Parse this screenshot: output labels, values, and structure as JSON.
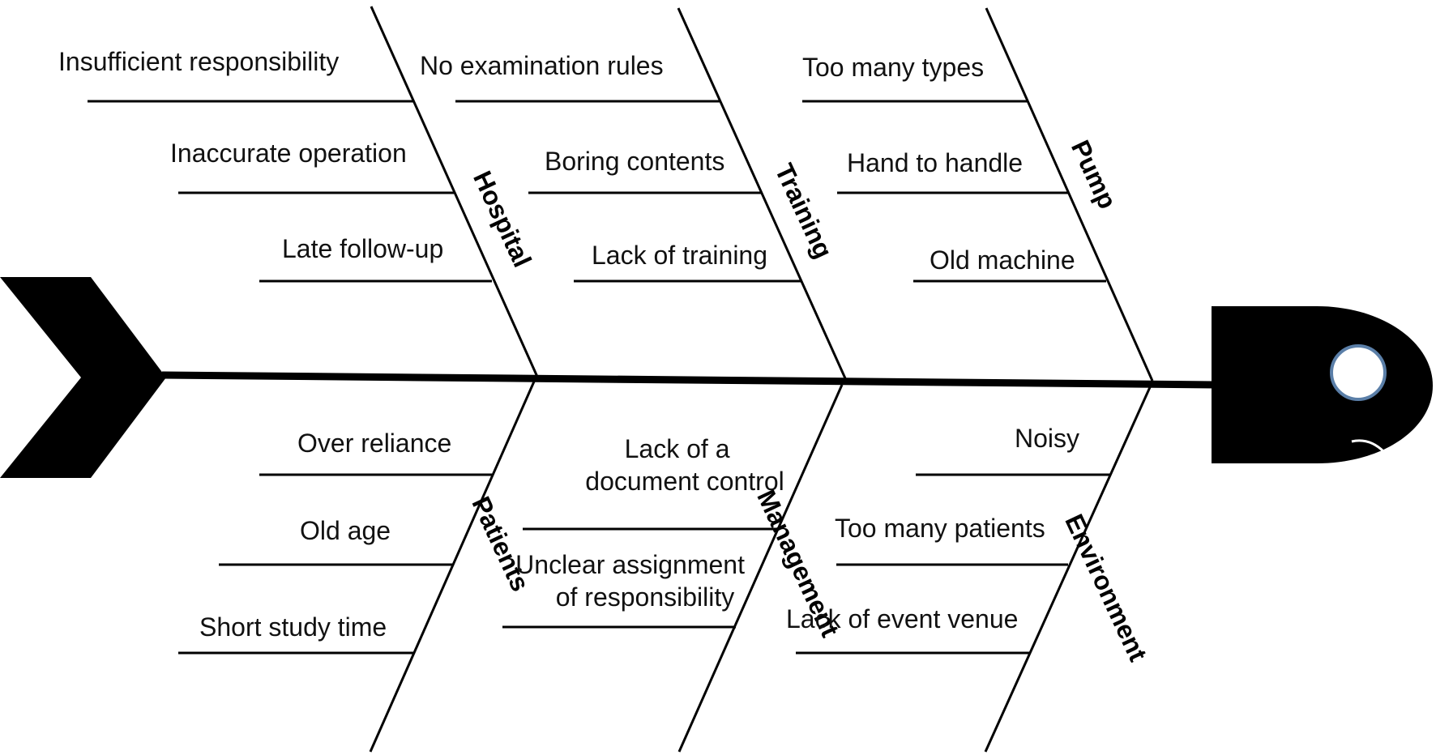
{
  "colors": {
    "ink": "#000000",
    "background": "#ffffff",
    "eye_ring": "#5b7fa8"
  },
  "categories": {
    "hospital": {
      "label": "Hospital",
      "causes": [
        "Insufficient responsibility",
        "Inaccurate operation",
        "Late follow-up"
      ]
    },
    "training": {
      "label": "Training",
      "causes": [
        "No examination rules",
        "Boring contents",
        "Lack of training"
      ]
    },
    "pump": {
      "label": "Pump",
      "causes": [
        "Too many types",
        "Hand to handle",
        "Old machine"
      ]
    },
    "patients": {
      "label": "Patients",
      "causes": [
        "Over reliance",
        "Old age",
        "Short study time"
      ]
    },
    "management": {
      "label": "Management",
      "causes": [
        [
          "Lack of a",
          "document control"
        ],
        [
          "Unclear assignment",
          "of responsibility"
        ]
      ]
    },
    "environment": {
      "label": "Environment",
      "causes": [
        "Noisy",
        "Too many patients",
        "Lack of event venue"
      ]
    }
  },
  "icons": [
    "fish-tail-icon",
    "fish-head-icon",
    "fish-eye-icon"
  ]
}
